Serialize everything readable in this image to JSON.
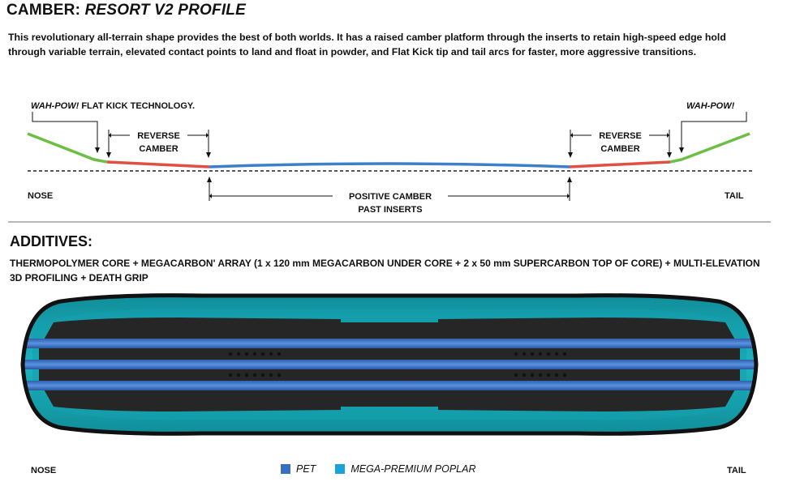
{
  "header": {
    "title_prefix": "CAMBER:",
    "title_emph": "RESORT V2 PROFILE",
    "intro": "This revolutionary all-terrain shape provides the best of both worlds. It has a raised camber platform through the inserts to retain high-speed edge hold through variable terrain, elevated contact points to land and float in powder, and Flat Kick tip and tail arcs for faster, more aggressive transitions."
  },
  "profile": {
    "wahpow_left_emph": "WAH-POW!",
    "wahpow_left_rest": " FLAT KICK TECHNOLOGY.",
    "wahpow_right": "WAH-POW!",
    "reverse_camber_left": [
      "REVERSE",
      "CAMBER"
    ],
    "reverse_camber_right": [
      "REVERSE",
      "CAMBER"
    ],
    "positive_camber": [
      "POSITIVE CAMBER",
      "PAST INSERTS"
    ],
    "nose": "NOSE",
    "tail": "TAIL",
    "colors": {
      "flat_kick": "#6cbf46",
      "reverse_camber": "#e04f43",
      "camber": "#3d7fc8"
    }
  },
  "additives": {
    "title": "ADDITIVES:",
    "text": "THERMOPOLYMER CORE + MEGACARBON' ARRAY (1 x 120 mm MEGACARBON UNDER CORE + 2 x 50 mm SUPERCARBON TOP OF CORE) + MULTI-ELEVATION 3D PROFILING + DEATH GRIP"
  },
  "board": {
    "nose": "NOSE",
    "tail": "TAIL",
    "legend": [
      {
        "label": "PET",
        "color": "#3a6fc0"
      },
      {
        "label": "MEGA-PREMIUM POPLAR",
        "color": "#1aa3d8"
      }
    ],
    "colors": {
      "outline": "#111111",
      "core": "#1aa6b3",
      "carbon": "#262626",
      "pet": "#3a6fc0"
    }
  }
}
